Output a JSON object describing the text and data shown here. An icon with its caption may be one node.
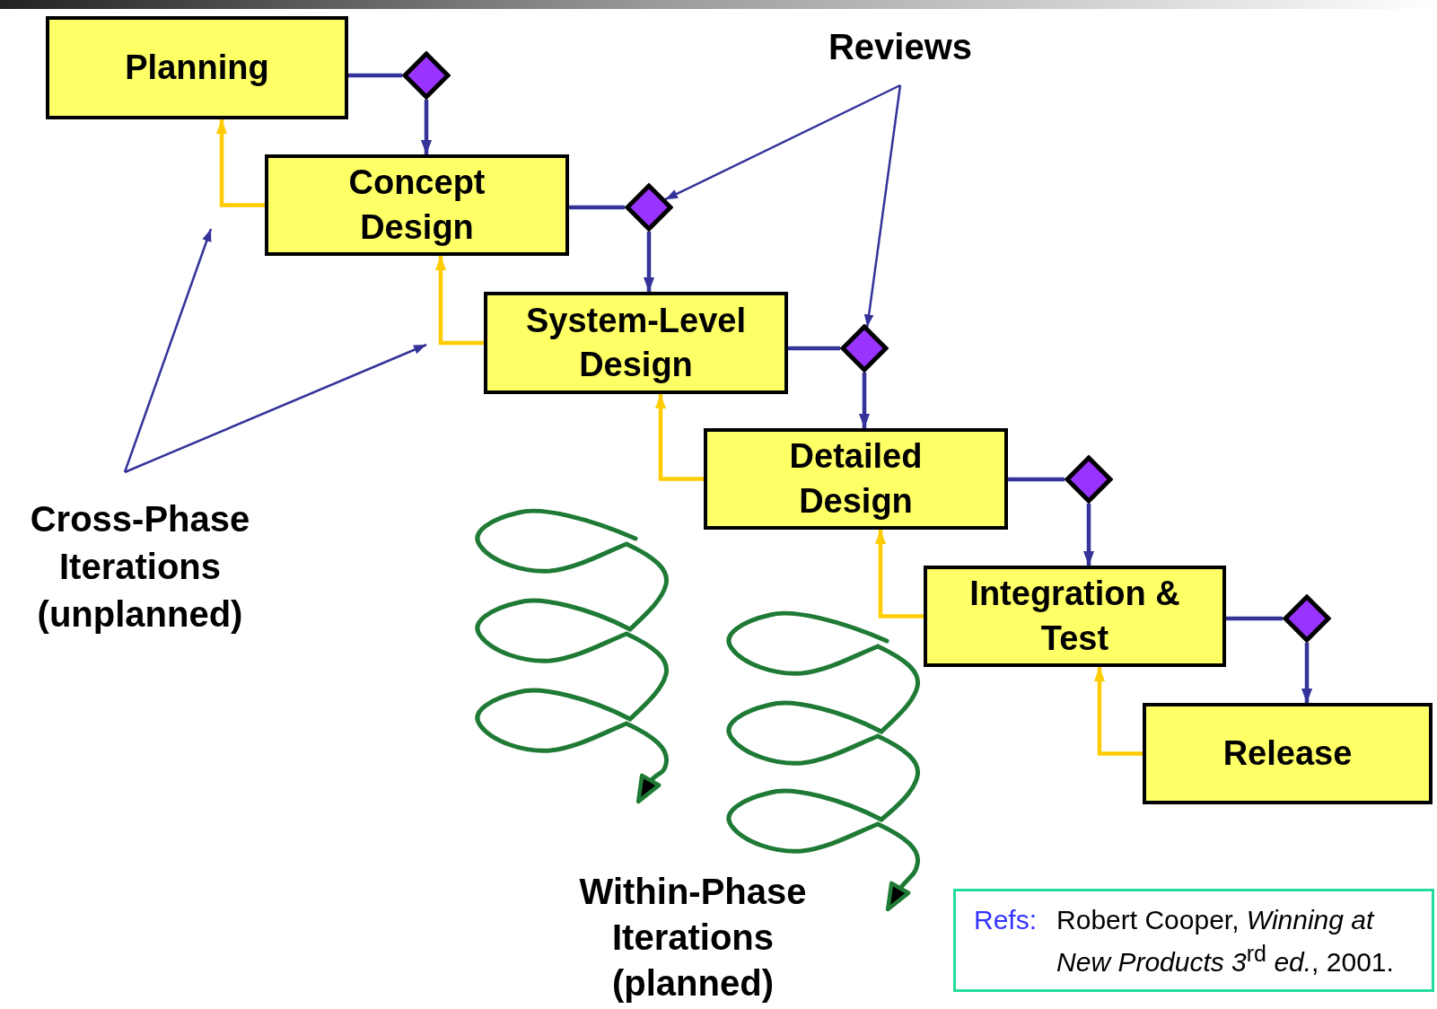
{
  "diagram": {
    "nodes": [
      {
        "text": [
          "Planning"
        ]
      },
      {
        "text": [
          "Concept Design"
        ]
      },
      {
        "text": [
          "System-Level Design"
        ]
      },
      {
        "text": [
          "Detailed Design"
        ]
      },
      {
        "text": [
          "Integration & Test"
        ]
      },
      {
        "text": [
          "Release"
        ]
      },
      {
        "text": [],
        "shape": "diamond"
      },
      {
        "text": [],
        "shape": "diamond"
      },
      {
        "text": [],
        "shape": "diamond"
      },
      {
        "text": [],
        "shape": "diamond"
      },
      {
        "text": [],
        "shape": "diamond"
      },
      {
        "text": [
          "Reviews"
        ]
      },
      {
        "text": [
          "Cross-Phase Iterations (unplanned)"
        ]
      },
      {
        "text": [
          "Refs:",
          "Robert Cooper, *Winning at New Products 3*$^{rd}$ *ed.*, 2001."
        ]
      }
    ],
    "edges": [
      {
        "from": 0,
        "to": 6,
        "arrow": "none"
      },
      {
        "from": 6,
        "to": 1,
        "arrow": "to"
      },
      {
        "from": 1,
        "to": 7,
        "arrow": "none"
      },
      {
        "from": 7,
        "to": 2,
        "arrow": "to"
      },
      {
        "from": 2,
        "to": 8,
        "arrow": "none"
      },
      {
        "from": 8,
        "to": 3,
        "arrow": "to"
      },
      {
        "from": 3,
        "to": 9,
        "arrow": "none"
      },
      {
        "from": 9,
        "to": 4,
        "arrow": "to"
      },
      {
        "from": 4,
        "to": 10,
        "arrow": "none"
      },
      {
        "from": 10,
        "to": 5,
        "arrow": "to"
      },
      {
        "from": 1,
        "to": 0,
        "arrow": "to",
        "color": "#ffcc00"
      },
      {
        "from": 2,
        "to": 1,
        "arrow": "to",
        "color": "#ffcc00"
      },
      {
        "from": 3,
        "to": 2,
        "arrow": "to",
        "color": "#ffcc00"
      },
      {
        "from": 4,
        "to": 3,
        "arrow": "to",
        "color": "#ffcc00"
      },
      {
        "from": 5,
        "to": 4,
        "arrow": "to",
        "color": "#ffcc00"
      },
      {
        "from": 11,
        "to": 7,
        "arrow": "to"
      },
      {
        "from": 11,
        "to": 8,
        "arrow": "to"
      },
      {
        "from": 12,
        "to": null,
        "arrow": "to"
      },
      {
        "from": 12,
        "to": null,
        "arrow": "to"
      }
    ],
    "labels": [
      "Within-Phase Iterations (planned)"
    ]
  }
}
